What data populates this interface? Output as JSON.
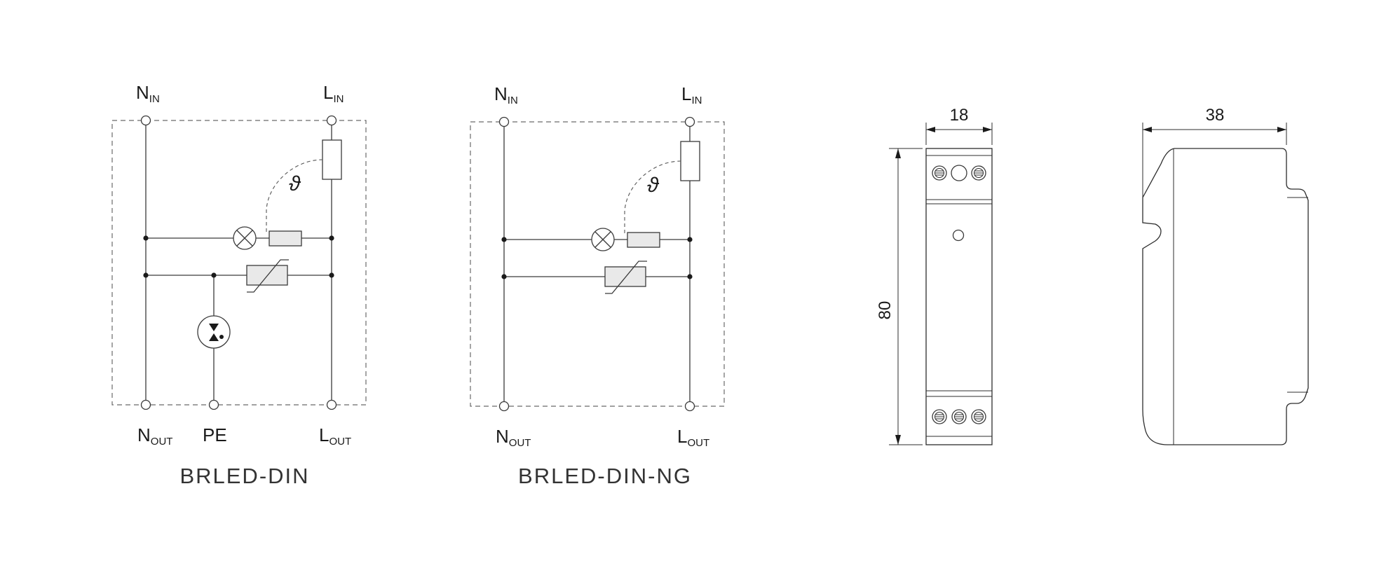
{
  "diagrams": [
    {
      "title": "BRLED-DIN",
      "labels": {
        "n_in": {
          "main": "N",
          "sub": "IN"
        },
        "l_in": {
          "main": "L",
          "sub": "IN"
        },
        "n_out": {
          "main": "N",
          "sub": "OUT"
        },
        "pe": {
          "main": "PE"
        },
        "l_out": {
          "main": "L",
          "sub": "OUT"
        }
      },
      "thermal_symbol": "ϑ"
    },
    {
      "title": "BRLED-DIN-NG",
      "labels": {
        "n_in": {
          "main": "N",
          "sub": "IN"
        },
        "l_in": {
          "main": "L",
          "sub": "IN"
        },
        "n_out": {
          "main": "N",
          "sub": "OUT"
        },
        "l_out": {
          "main": "L",
          "sub": "OUT"
        }
      },
      "thermal_symbol": "ϑ"
    }
  ],
  "dimensions": {
    "width": "18",
    "height": "80",
    "depth": "38"
  }
}
